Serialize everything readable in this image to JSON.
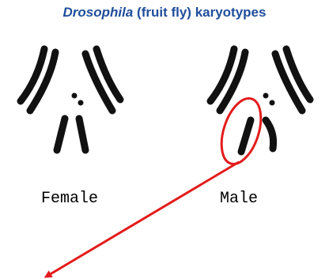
{
  "title": {
    "species": "Drosophila",
    "rest": " (fruit fly) karyotypes"
  },
  "colors": {
    "title": "#1f4e9c",
    "chromosome": "#111111",
    "highlight": "#e31c1c"
  },
  "labels": {
    "female": "Female",
    "male": "Male"
  }
}
